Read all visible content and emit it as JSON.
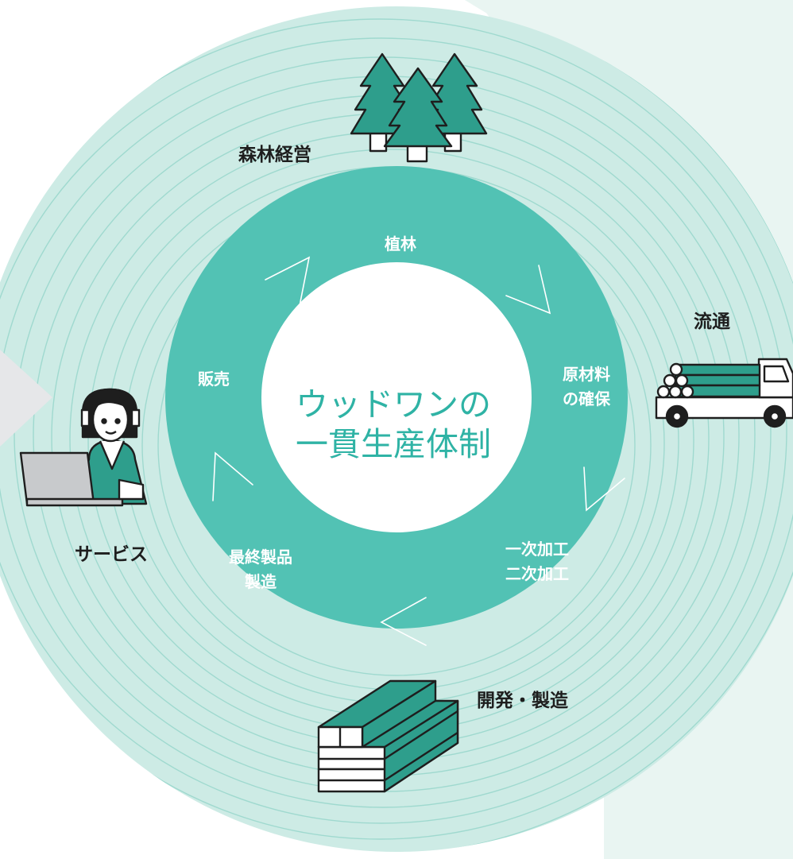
{
  "diagram": {
    "center": {
      "line1": "ウッドワンの",
      "line2": "一貫生産体制"
    },
    "outer_labels": {
      "forest_management": "森林経営",
      "distribution": "流通",
      "development_manufacturing": "開発・製造",
      "service": "サービス"
    },
    "inner_labels": {
      "planting": "植林",
      "raw_material_line1": "原材料",
      "raw_material_line2": "の確保",
      "processing_line1": "一次加工",
      "processing_line2": "二次加工",
      "final_product_line1": "最終製品",
      "final_product_line2": "製造",
      "sales": "販売"
    }
  },
  "colors": {
    "outer_ring": "#cdebe5",
    "outer_line": "#9bd8cd",
    "inner_ring": "#52c2b4",
    "center_text": "#2fb3a5",
    "icon_green": "#2e9e8c",
    "background_shape": "#e9f5f2",
    "gray_arrow": "#e6e7e9"
  },
  "icons": [
    "trees-icon",
    "truck-icon",
    "lumber-icon",
    "operator-icon"
  ]
}
